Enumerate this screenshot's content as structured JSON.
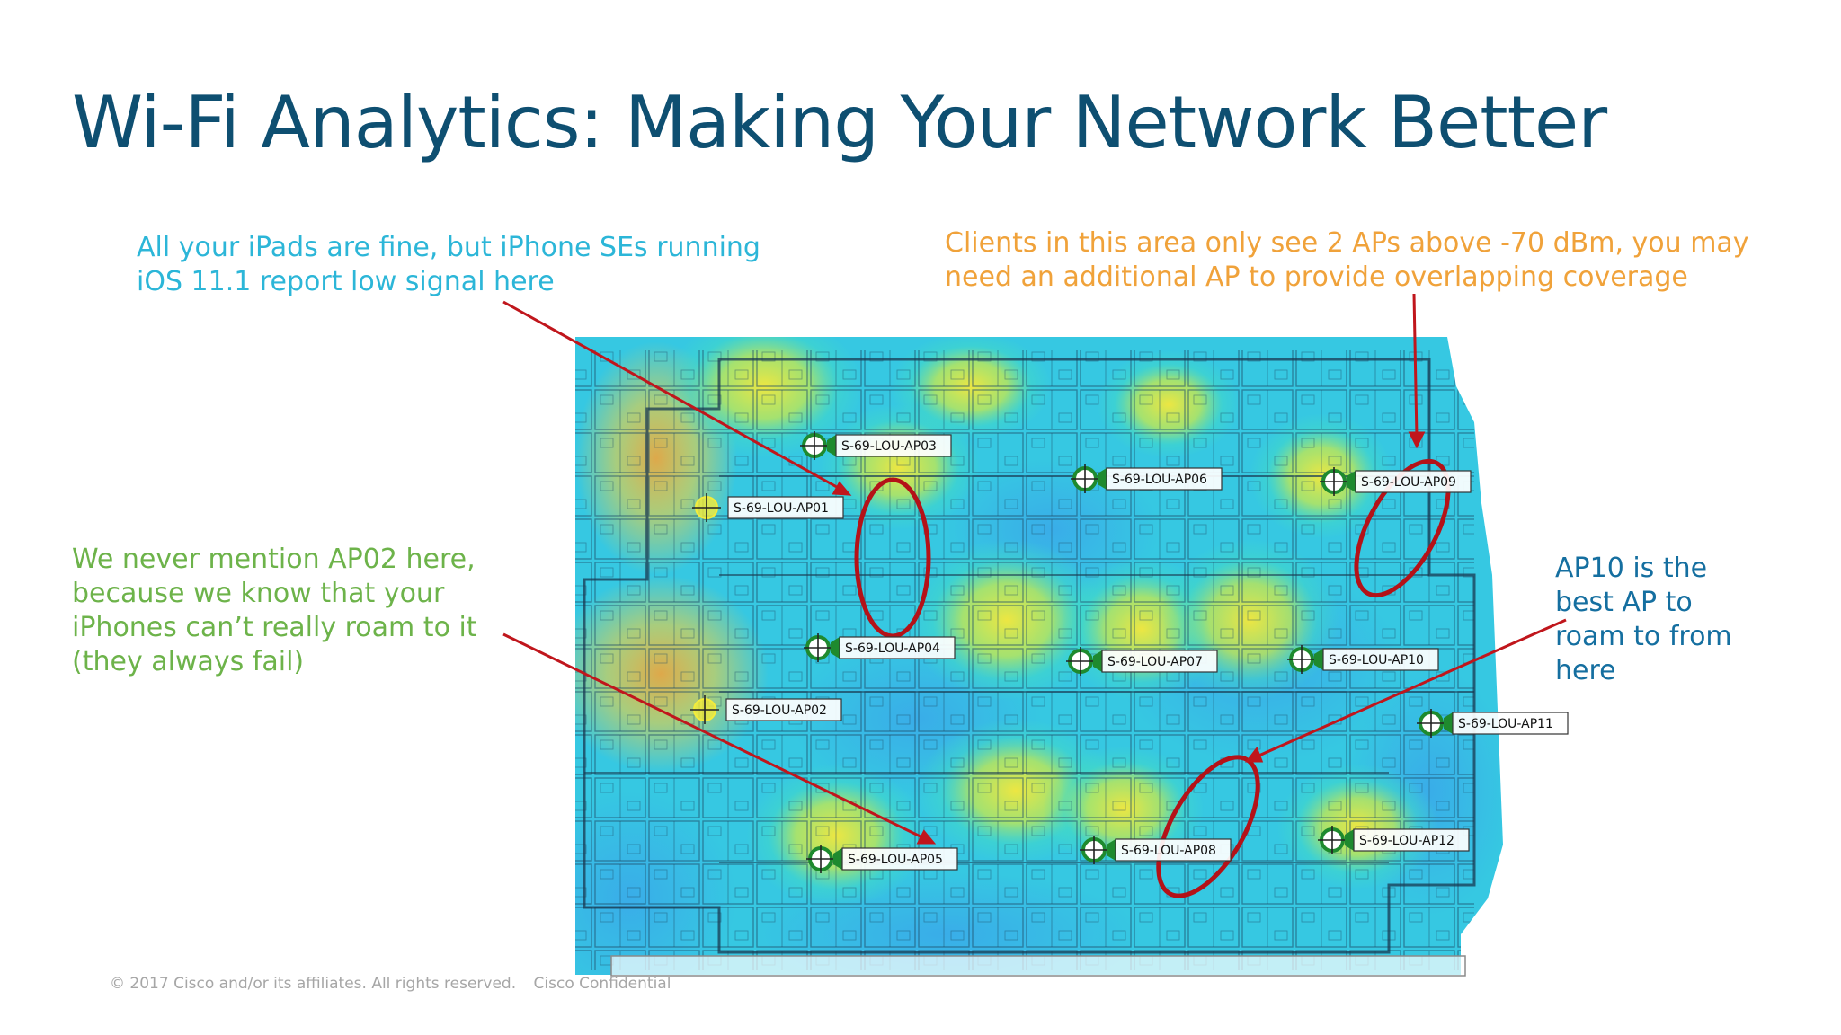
{
  "slide": {
    "title": "Wi-Fi Analytics: Making Your Network Better",
    "footer": {
      "copyright": "© 2017  Cisco and/or its affiliates. All rights reserved.",
      "classification": "Cisco Confidential"
    }
  },
  "colors": {
    "title": "#0e4f71",
    "callout_ipad": "#2cb6d8",
    "callout_coverage": "#f0a23a",
    "callout_ap02": "#6db34a",
    "callout_ap10": "#156fa0",
    "arrow": "#c0161c",
    "heat_low": "#3aa3e8",
    "heat_mid": "#33d6c8",
    "heat_high": "#f2ec3c",
    "ap_marker": "#1e8a2e"
  },
  "callouts": {
    "ipad": {
      "lines": [
        "All your iPads are fine, but iPhone SEs running",
        "iOS 11.1 report low signal here"
      ]
    },
    "coverage": {
      "lines": [
        "Clients in this area only see 2 APs above -70 dBm, you may",
        "need an additional AP to provide overlapping coverage"
      ]
    },
    "ap02": {
      "lines": [
        "We never mention AP02 here,",
        "because we know that your",
        "iPhones can’t really roam to it",
        "(they always fail)"
      ]
    },
    "ap10": {
      "lines": [
        "AP10 is the",
        "best AP to",
        "roam to from",
        "here"
      ]
    }
  },
  "access_points": [
    {
      "id": "ap01",
      "label": "S-69-LOU-AP01",
      "status": "unconfirmed",
      "icon": "crosshair-icon"
    },
    {
      "id": "ap02",
      "label": "S-69-LOU-AP02",
      "status": "unconfirmed",
      "icon": "crosshair-icon"
    },
    {
      "id": "ap03",
      "label": "S-69-LOU-AP03",
      "status": "ok",
      "icon": "access-point-icon"
    },
    {
      "id": "ap04",
      "label": "S-69-LOU-AP04",
      "status": "ok",
      "icon": "access-point-icon"
    },
    {
      "id": "ap05",
      "label": "S-69-LOU-AP05",
      "status": "ok",
      "icon": "access-point-icon"
    },
    {
      "id": "ap06",
      "label": "S-69-LOU-AP06",
      "status": "ok",
      "icon": "access-point-icon"
    },
    {
      "id": "ap07",
      "label": "S-69-LOU-AP07",
      "status": "ok",
      "icon": "access-point-icon"
    },
    {
      "id": "ap08",
      "label": "S-69-LOU-AP08",
      "status": "ok",
      "icon": "access-point-icon"
    },
    {
      "id": "ap09",
      "label": "S-69-LOU-AP09",
      "status": "ok",
      "icon": "access-point-icon"
    },
    {
      "id": "ap10",
      "label": "S-69-LOU-AP10",
      "status": "ok",
      "icon": "access-point-icon"
    },
    {
      "id": "ap11",
      "label": "S-69-LOU-AP11",
      "status": "ok",
      "icon": "access-point-icon"
    },
    {
      "id": "ap12",
      "label": "S-69-LOU-AP12",
      "status": "ok",
      "icon": "access-point-icon"
    }
  ]
}
